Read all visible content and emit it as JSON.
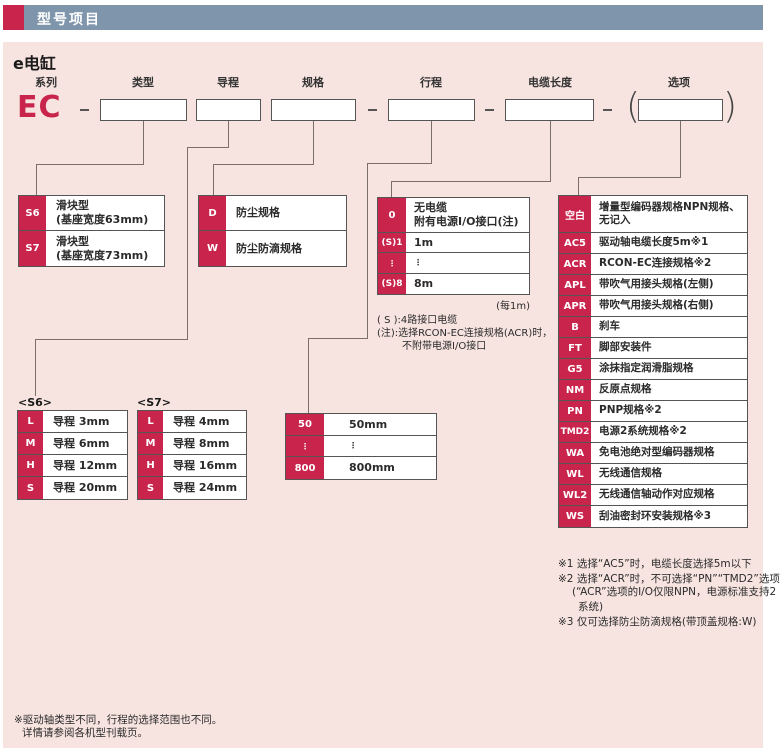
{
  "colors": {
    "accent": "#c8244c",
    "header_bar": "#7e95ac",
    "panel_bg": "#f7e4e0"
  },
  "header": {
    "title": "型号项目"
  },
  "page": {
    "product_title": "e电缸"
  },
  "model": {
    "series_label": "系列",
    "series_value": "EC",
    "fields": [
      {
        "label": "类型"
      },
      {
        "label": "导程"
      },
      {
        "label": "规格"
      },
      {
        "label": "行程"
      },
      {
        "label": "电缆长度"
      },
      {
        "label": "选项"
      }
    ],
    "paren_open": "(",
    "paren_close": ")"
  },
  "tables": {
    "type": {
      "rows": [
        {
          "code": "S6",
          "desc": "滑块型\n(基座宽度63mm)"
        },
        {
          "code": "S7",
          "desc": "滑块型\n(基座宽度73mm)"
        }
      ]
    },
    "spec": {
      "rows": [
        {
          "code": "D",
          "desc": "防尘规格"
        },
        {
          "code": "W",
          "desc": "防尘防滴规格"
        }
      ]
    },
    "lead_s6": {
      "label": "<S6>",
      "rows": [
        {
          "code": "L",
          "desc": "导程 3mm"
        },
        {
          "code": "M",
          "desc": "导程 6mm"
        },
        {
          "code": "H",
          "desc": "导程 12mm"
        },
        {
          "code": "S",
          "desc": "导程 20mm"
        }
      ]
    },
    "lead_s7": {
      "label": "<S7>",
      "rows": [
        {
          "code": "L",
          "desc": "导程 4mm"
        },
        {
          "code": "M",
          "desc": "导程 8mm"
        },
        {
          "code": "H",
          "desc": "导程 16mm"
        },
        {
          "code": "S",
          "desc": "导程 24mm"
        }
      ]
    },
    "stroke": {
      "rows": [
        {
          "code": "50",
          "desc": "50mm"
        },
        {
          "code": "⋮",
          "desc": "⋮"
        },
        {
          "code": "800",
          "desc": "800mm"
        }
      ]
    },
    "cable": {
      "rows": [
        {
          "code": "0",
          "desc": "无电缆\n附有电源I/O接口(注)"
        },
        {
          "code": "(S)1",
          "desc": "1m"
        },
        {
          "code": "⋮",
          "desc": "⋮"
        },
        {
          "code": "(S)8",
          "desc": "8m"
        }
      ],
      "per_unit": "(每1m)",
      "note1": "( S ):4路接口电缆",
      "note2": "(注):选择RCON-EC连接规格(ACR)时，",
      "note3": "不附带电源I/O接口"
    },
    "options": {
      "rows": [
        {
          "code": "空白",
          "desc": "增量型编码器规格NPN规格、\n无记入"
        },
        {
          "code": "AC5",
          "desc": "驱动轴电缆长度5m※1"
        },
        {
          "code": "ACR",
          "desc": "RCON-EC连接规格※2"
        },
        {
          "code": "APL",
          "desc": "带吹气用接头规格(左侧)"
        },
        {
          "code": "APR",
          "desc": "带吹气用接头规格(右侧)"
        },
        {
          "code": "B",
          "desc": "刹车"
        },
        {
          "code": "FT",
          "desc": "脚部安装件"
        },
        {
          "code": "G5",
          "desc": "涂抹指定润滑脂规格"
        },
        {
          "code": "NM",
          "desc": "反原点规格"
        },
        {
          "code": "PN",
          "desc": "PNP规格※2"
        },
        {
          "code": "TMD2",
          "desc": "电源2系统规格※2"
        },
        {
          "code": "WA",
          "desc": "免电池绝对型编码器规格"
        },
        {
          "code": "WL",
          "desc": "无线通信规格"
        },
        {
          "code": "WL2",
          "desc": "无线通信轴动作对应规格"
        },
        {
          "code": "WS",
          "desc": "刮油密封环安装规格※3"
        }
      ]
    }
  },
  "footnotes": {
    "fn1": "※1 选择“AC5”时，电缆长度选择5m以下",
    "fn2a": "※2 选择“ACR”时，不可选择“PN”“TMD2”选项",
    "fn2b": "(“ACR”选项的I/O仅限NPN，电源标准支持2",
    "fn2c": "系统)",
    "fn3": "※3 仅可选择防尘防滴规格(带顶盖规格:W)"
  },
  "bottom_note": {
    "line1": "※驱动轴类型不同，行程的选择范围也不同。",
    "line2": "详情请参阅各机型刊载页。"
  }
}
